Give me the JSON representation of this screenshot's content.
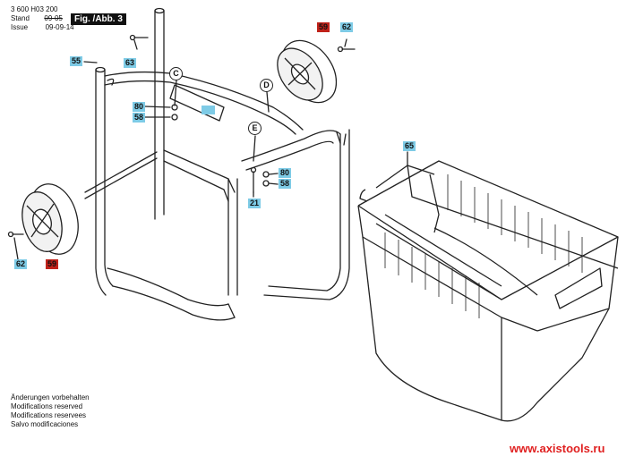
{
  "header": {
    "part_number": "3 600 H03 200",
    "stand_label": "Stand",
    "issue_label": "Issue",
    "old_date": "09-05",
    "new_date": "09-09-14",
    "figure_label": "Fig. /Abb. 3"
  },
  "notes": [
    "Änderungen vorbehalten",
    "Modifications reserved",
    "Modifications reservees",
    "Salvo modificaciones"
  ],
  "website": "www.axistools.ru",
  "part_labels": {
    "p55": "55",
    "p63": "63",
    "p80a": "80",
    "p58a": "58",
    "p59a": "59",
    "p62a": "62",
    "p80b": "80",
    "p58b": "58",
    "p21": "21",
    "p65": "65",
    "p62b": "62",
    "p59b": "59"
  },
  "callouts": {
    "c": "C",
    "d": "D",
    "e": "E"
  },
  "colors": {
    "label_blue": "#7ecbe6",
    "label_red": "#c0221a",
    "url_red": "#e02020"
  }
}
